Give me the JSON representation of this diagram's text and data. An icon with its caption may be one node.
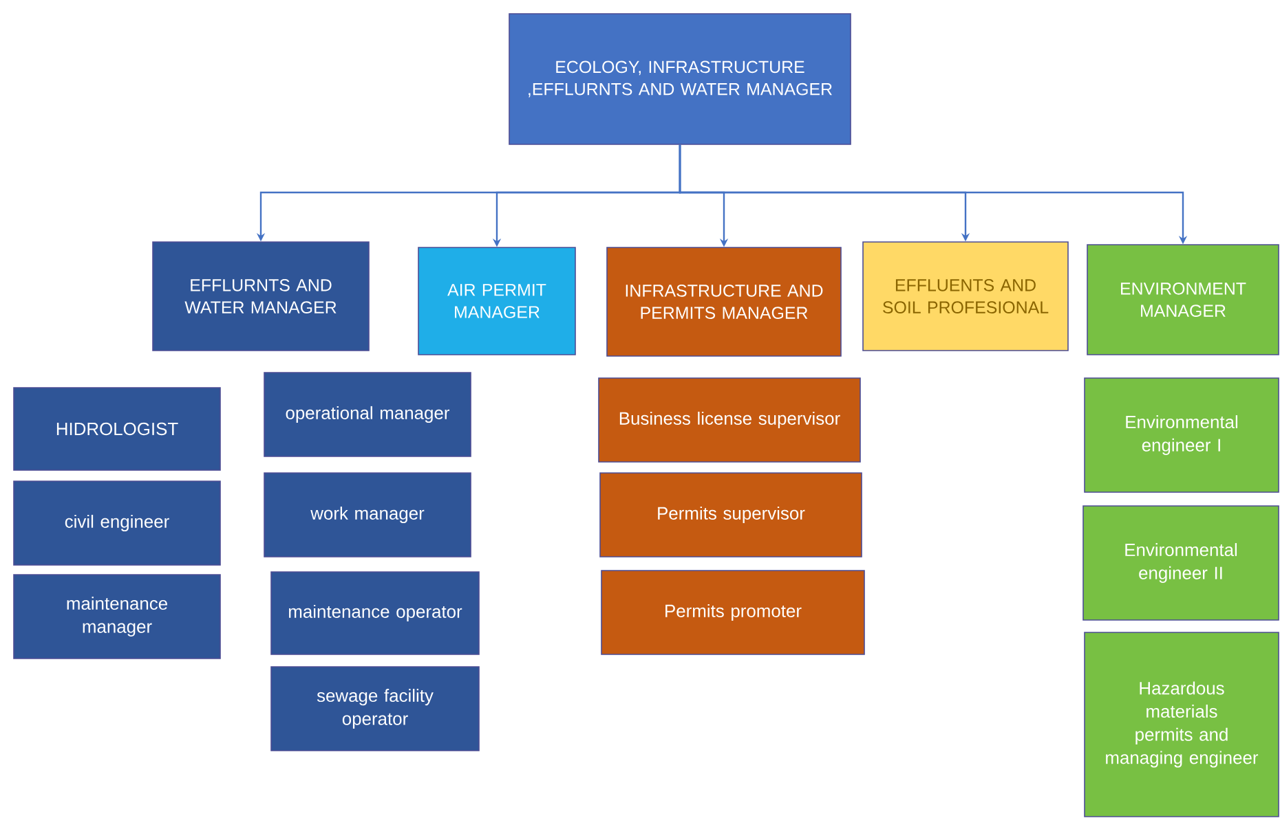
{
  "diagram": {
    "nodes": [
      {
        "text": [
          "ECOLOGY, INFRASTRUCTURE ,EFFLURNTS AND WATER MANAGER"
        ]
      },
      {
        "text": [
          "EFFLURNTS AND WATER MANAGER"
        ]
      },
      {
        "text": [
          "AIR PERMIT MANAGER"
        ]
      },
      {
        "text": [
          "INFRASTRUCTURE AND PERMITS MANAGER"
        ]
      },
      {
        "text": [
          "EFFLUENTS AND SOIL PROFESIONAL"
        ]
      },
      {
        "text": [
          "ENVIRONMENT MANAGER"
        ]
      },
      {
        "text": [
          "HIDROLOGIST"
        ]
      },
      {
        "text": [
          "civil engineer"
        ]
      },
      {
        "text": [
          "maintenance manager"
        ]
      },
      {
        "text": [
          "operational manager"
        ]
      },
      {
        "text": [
          "work manager"
        ]
      },
      {
        "text": [
          "maintenance operator"
        ]
      },
      {
        "text": [
          "sewage facility operator"
        ]
      },
      {
        "text": [
          "Business license supervisor"
        ]
      },
      {
        "text": [
          "Permits supervisor"
        ]
      },
      {
        "text": [
          "Permits promoter"
        ]
      },
      {
        "text": [
          "Environmental engineer I"
        ]
      },
      {
        "text": [
          "Environmental engineer II"
        ]
      },
      {
        "text": [
          "Hazardous materials permits and managing engineer"
        ]
      }
    ],
    "edges": [
      {
        "from": 0,
        "to": 1,
        "arrow": "to"
      },
      {
        "from": 0,
        "to": 2,
        "arrow": "to"
      },
      {
        "from": 0,
        "to": 3,
        "arrow": "to"
      },
      {
        "from": 0,
        "to": 4,
        "arrow": "to"
      },
      {
        "from": 0,
        "to": 5,
        "arrow": "to"
      }
    ]
  }
}
